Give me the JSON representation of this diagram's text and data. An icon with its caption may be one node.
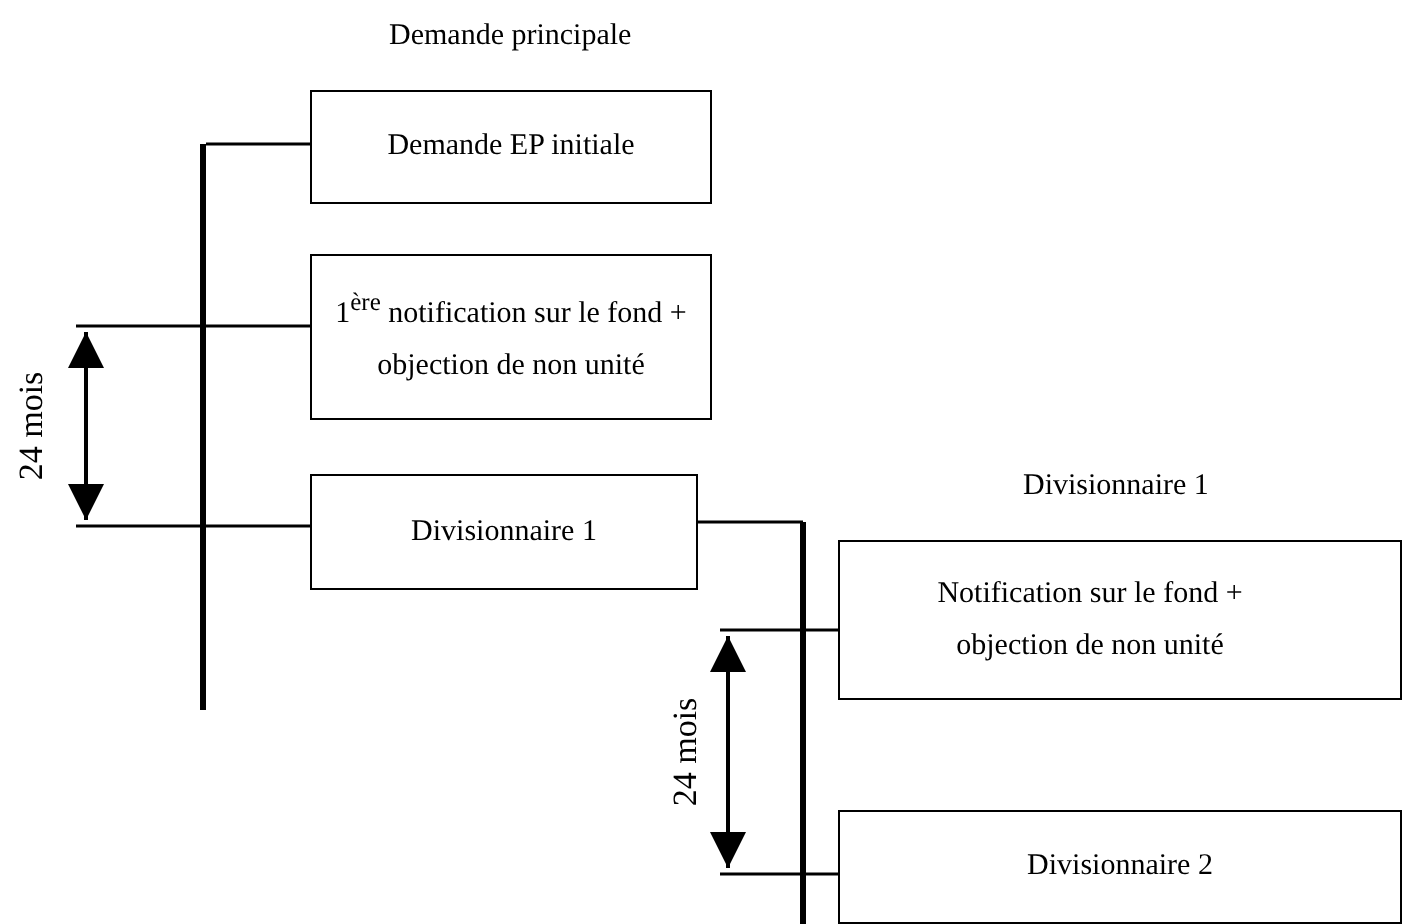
{
  "diagram": {
    "nodes": [
      {
        "text": [],
        "shape": "bar"
      },
      {
        "text": [
          "Demande EP initiale"
        ]
      },
      {
        "text": [
          "1$^{ère}$ notification sur le fond + objection de non unité"
        ]
      },
      {
        "text": [
          "Divisionnaire 1"
        ]
      },
      {
        "text": [],
        "shape": "bar"
      },
      {
        "text": [
          "Notification sur le fond + objection de non unité"
        ]
      },
      {
        "text": [
          "Divisionnaire 2"
        ]
      }
    ],
    "edges": [
      {
        "from": 0,
        "to": 1,
        "arrow": "none"
      },
      {
        "from": 0,
        "to": 2,
        "arrow": "none"
      },
      {
        "from": 0,
        "to": 3,
        "arrow": "none"
      },
      {
        "from": 3,
        "to": 4,
        "arrow": "none"
      },
      {
        "from": 4,
        "to": 5,
        "arrow": "none"
      },
      {
        "from": 4,
        "to": 6,
        "arrow": "none"
      }
    ],
    "labels": [
      "Demande principale",
      "24 mois",
      "Divisionnaire 1",
      "24 mois"
    ]
  }
}
